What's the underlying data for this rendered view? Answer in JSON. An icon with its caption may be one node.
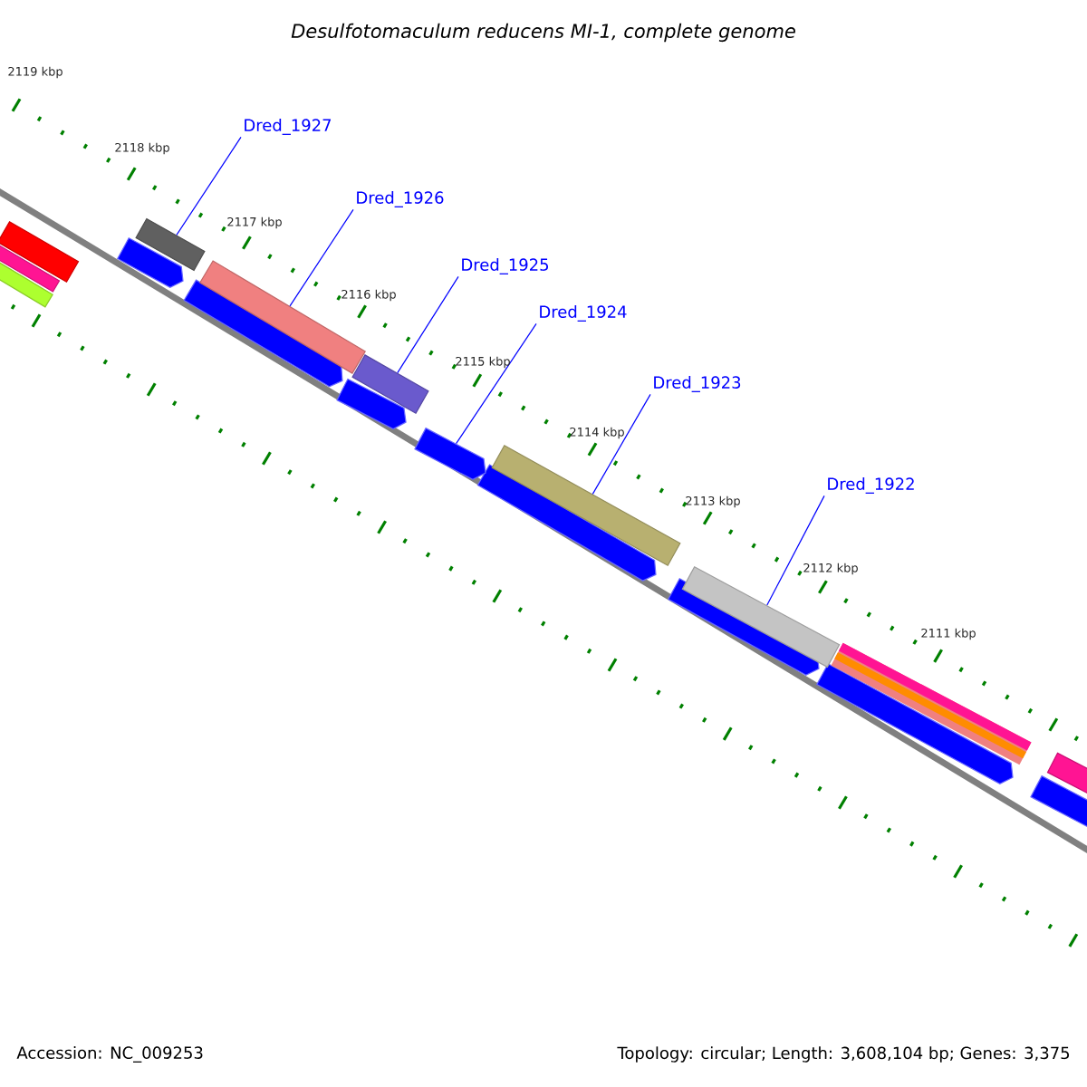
{
  "diagram": {
    "title": "Desulfotomaculum reducens MI-1, complete genome",
    "nodes": [
      {
        "text": [
          "Dred_1927"
        ]
      },
      {
        "text": [
          "Dred_1926"
        ]
      },
      {
        "text": [
          "Dred_1925"
        ]
      },
      {
        "text": [
          "Dred_1924"
        ]
      },
      {
        "text": [
          "Dred_1923"
        ]
      },
      {
        "text": [
          "Dred_1922"
        ]
      },
      {
        "text": [],
        "shape": "bar"
      },
      {
        "text": [],
        "shape": "bar"
      },
      {
        "text": [],
        "shape": "bar"
      },
      {
        "text": [],
        "shape": "bar"
      },
      {
        "text": [],
        "shape": "bar"
      },
      {
        "text": [],
        "shape": "bar"
      }
    ],
    "edges": [
      {
        "from": 0,
        "to": 6,
        "arrow": "none"
      },
      {
        "from": 1,
        "to": 7,
        "arrow": "none"
      },
      {
        "from": 2,
        "to": 8,
        "arrow": "none"
      },
      {
        "from": 3,
        "to": 9,
        "arrow": "none"
      },
      {
        "from": 4,
        "to": 10,
        "arrow": "none"
      },
      {
        "from": 5,
        "to": 11,
        "arrow": "none"
      }
    ],
    "labels": [
      "2119 kbp",
      "2118 kbp",
      "2117 kbp",
      "2116 kbp",
      "2115 kbp",
      "2114 kbp",
      "2113 kbp",
      "2112 kbp",
      "2111 kbp",
      "Accession: NC_009253",
      "Topology: circular; Length: 3,608,104 bp; Genes: 3,375"
    ]
  }
}
